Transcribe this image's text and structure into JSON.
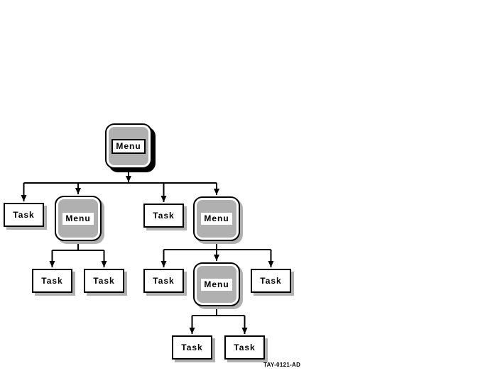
{
  "diagram": {
    "type": "menu-task-hierarchy-tree",
    "caption": "TAY-0121-AD",
    "colors": {
      "background": "#ffffff",
      "menu_fill": "#b0b0b0",
      "box_shadow_gray": "#b0b0b0",
      "root_shadow_black": "#000000",
      "line": "#000000",
      "box_fill": "#ffffff"
    },
    "nodes": {
      "root_menu": {
        "label": "Menu",
        "kind": "menu",
        "level": 1
      },
      "l2_task_a": {
        "label": "Task",
        "kind": "task",
        "level": 2
      },
      "l2_menu_b": {
        "label": "Menu",
        "kind": "menu",
        "level": 2
      },
      "l2_task_c": {
        "label": "Task",
        "kind": "task",
        "level": 2
      },
      "l2_menu_d": {
        "label": "Menu",
        "kind": "menu",
        "level": 2
      },
      "l3_task_e": {
        "label": "Task",
        "kind": "task",
        "level": 3
      },
      "l3_task_f": {
        "label": "Task",
        "kind": "task",
        "level": 3
      },
      "l3_task_g": {
        "label": "Task",
        "kind": "task",
        "level": 3
      },
      "l3_menu_h": {
        "label": "Menu",
        "kind": "menu",
        "level": 3
      },
      "l3_task_i": {
        "label": "Task",
        "kind": "task",
        "level": 3
      },
      "l4_task_j": {
        "label": "Task",
        "kind": "task",
        "level": 4
      },
      "l4_task_k": {
        "label": "Task",
        "kind": "task",
        "level": 4
      }
    },
    "structure": {
      "root_menu_children": [
        "l2_task_a",
        "l2_menu_b",
        "l2_task_c",
        "l2_menu_d"
      ],
      "l2_menu_b_children": [
        "l3_task_e",
        "l3_task_f"
      ],
      "l2_menu_d_children": [
        "l3_task_g",
        "l3_menu_h",
        "l3_task_i"
      ],
      "l3_menu_h_children": [
        "l4_task_j",
        "l4_task_k"
      ]
    }
  }
}
